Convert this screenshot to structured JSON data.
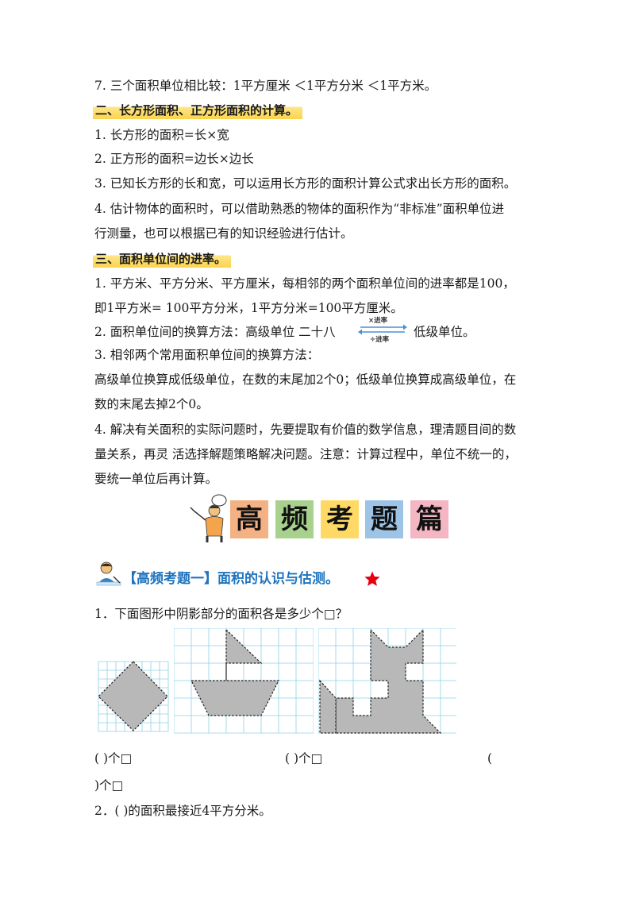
{
  "knowledge": {
    "item7": "7. 三个面积单位相比较：1平方厘米 ＜1平方分米 ＜1平方米。",
    "section2_title": "二、长方形面积、正方形面积的计算。",
    "s2_item1": "1. 长方形的面积=长×宽",
    "s2_item2": "2. 正方形的面积=边长×边长",
    "s2_item3": "3. 已知长方形的长和宽，可以运用长方形的面积计算公式求出长方形的面积。",
    "s2_item4_l1": "4. 估计物体的面积时，可以借助熟悉的物体的面积作为“非标准”面积单位进",
    "s2_item4_l2": "行测量，也可以根据已有的知识经验进行估计。",
    "section3_title": "三、面积单位间的进率。",
    "s3_item1_l1": "1. 平方米、平方分米、平方厘米，每相邻的两个面积单位间的进率都是100，",
    "s3_item1_l2": "即1平方米= 100平方分米，1平方分米=100平方厘米。",
    "s3_item2_prefix": "2. 面积单位间的换算方法：高级单位 二十八",
    "s3_item2_arrow_top": "×进率",
    "s3_item2_arrow_bottom": "÷进率",
    "s3_item2_suffix": "低级单位。",
    "s3_item3": "3. 相邻两个常用面积单位间的换算方法：",
    "s3_item3_l2": "高级单位换算成低级单位，在数的末尾加2个0；低级单位换算成高级单位，在",
    "s3_item3_l3": "数的末尾去掉2个0。",
    "s3_item4_l1": "4. 解决有关面积的实际问题时，先要提取有价值的数学信息，理清题目间的数",
    "s3_item4_l2": "量关系，再灵 活选择解题策略解决问题。注意：计算过程中，单位不统一的，",
    "s3_item4_l3": "要统一单位后再计算。"
  },
  "banner": {
    "chars": [
      "高",
      "频",
      "考",
      "题",
      "篇"
    ],
    "colors": [
      "#f4b183",
      "#a9d18e",
      "#ffd966",
      "#9dc3e6",
      "#f4b6c2"
    ]
  },
  "section": {
    "title": "【高频考题一】面积的认识与估测。",
    "star_color": "#e60012"
  },
  "questions": {
    "q1": "1．下面图形中阴影部分的面积各是多少个□？",
    "ans_a": "(            )个□",
    "ans_b": "(            )个□",
    "ans_c_open": "(",
    "ans_c_close": ")个□",
    "q2": "2．(            )的面积最接近4平方分米。"
  },
  "colors": {
    "grid": "#8fd0e8",
    "shade": "#b8b8b8",
    "accent_blue": "#1e73be"
  }
}
